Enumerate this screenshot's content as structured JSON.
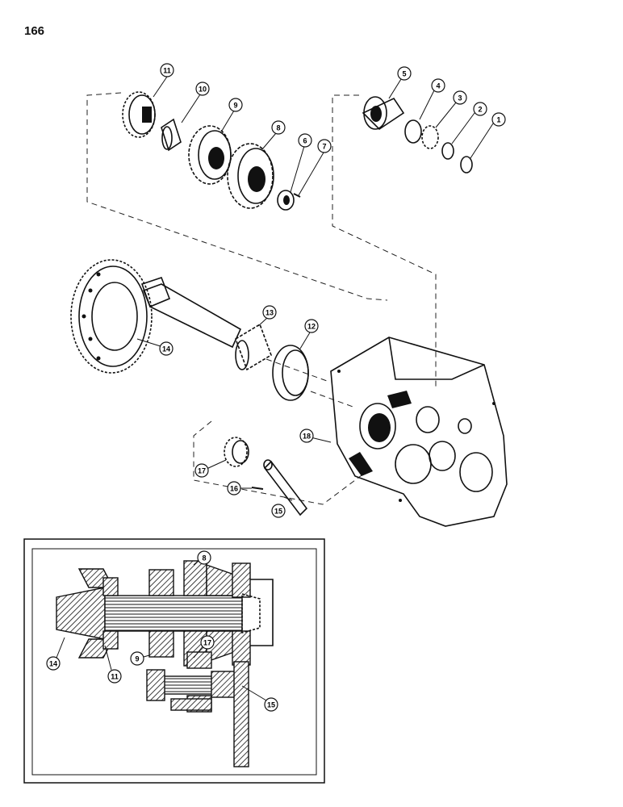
{
  "page": {
    "number": "166"
  },
  "parts": [
    {
      "label": "1"
    },
    {
      "label": "2"
    },
    {
      "label": "3"
    },
    {
      "label": "4"
    },
    {
      "label": "5"
    },
    {
      "label": "6"
    },
    {
      "label": "7"
    },
    {
      "label": "8"
    },
    {
      "label": "9"
    },
    {
      "label": "10"
    },
    {
      "label": "11"
    },
    {
      "label": "12"
    },
    {
      "label": "13"
    },
    {
      "label": "14"
    },
    {
      "label": "15"
    },
    {
      "label": "16"
    },
    {
      "label": "17"
    },
    {
      "label": "18"
    }
  ],
  "inset": {
    "callouts": [
      {
        "label": "8"
      },
      {
        "label": "14"
      },
      {
        "label": "11"
      },
      {
        "label": "9"
      },
      {
        "label": "17"
      },
      {
        "label": "15"
      }
    ]
  }
}
